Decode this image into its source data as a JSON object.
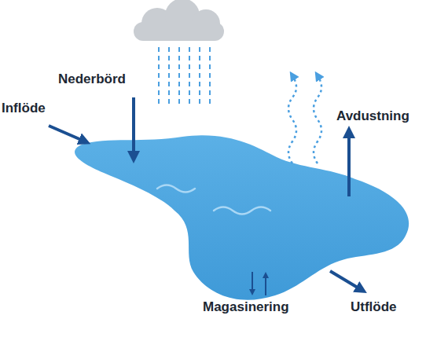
{
  "diagram": {
    "labels": [
      "Nederbörd",
      "Inflöde",
      "Avdustning",
      "Magasinering",
      "Utflöde"
    ]
  }
}
